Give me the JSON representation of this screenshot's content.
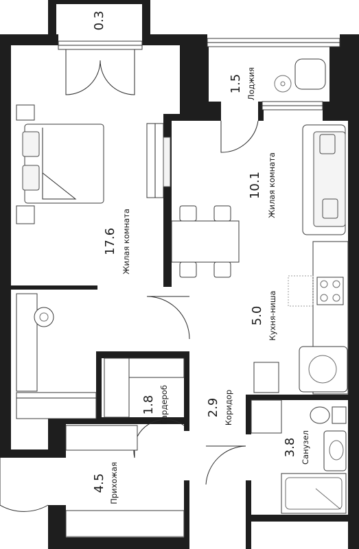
{
  "rooms": [
    {
      "id": "balcony",
      "area": "0.3",
      "name": ""
    },
    {
      "id": "living1",
      "area": "17.6",
      "name": "Жилая комната"
    },
    {
      "id": "loggia",
      "area": "1.5",
      "name": "Лоджия"
    },
    {
      "id": "living2",
      "area": "10.1",
      "name": "Жилая комната"
    },
    {
      "id": "kitchen",
      "area": "5.0",
      "name": "Кухня-ниша"
    },
    {
      "id": "wardrobe",
      "area": "1.8",
      "name": "Гардероб"
    },
    {
      "id": "corridor",
      "area": "2.9",
      "name": "Коридор"
    },
    {
      "id": "bathroom",
      "area": "3.8",
      "name": "Санузел"
    },
    {
      "id": "hallway",
      "area": "4.5",
      "name": "Прихожая"
    }
  ],
  "colors": {
    "wall": "#1e1e1e",
    "line": "#2a2a2a",
    "background": "#ffffff"
  }
}
